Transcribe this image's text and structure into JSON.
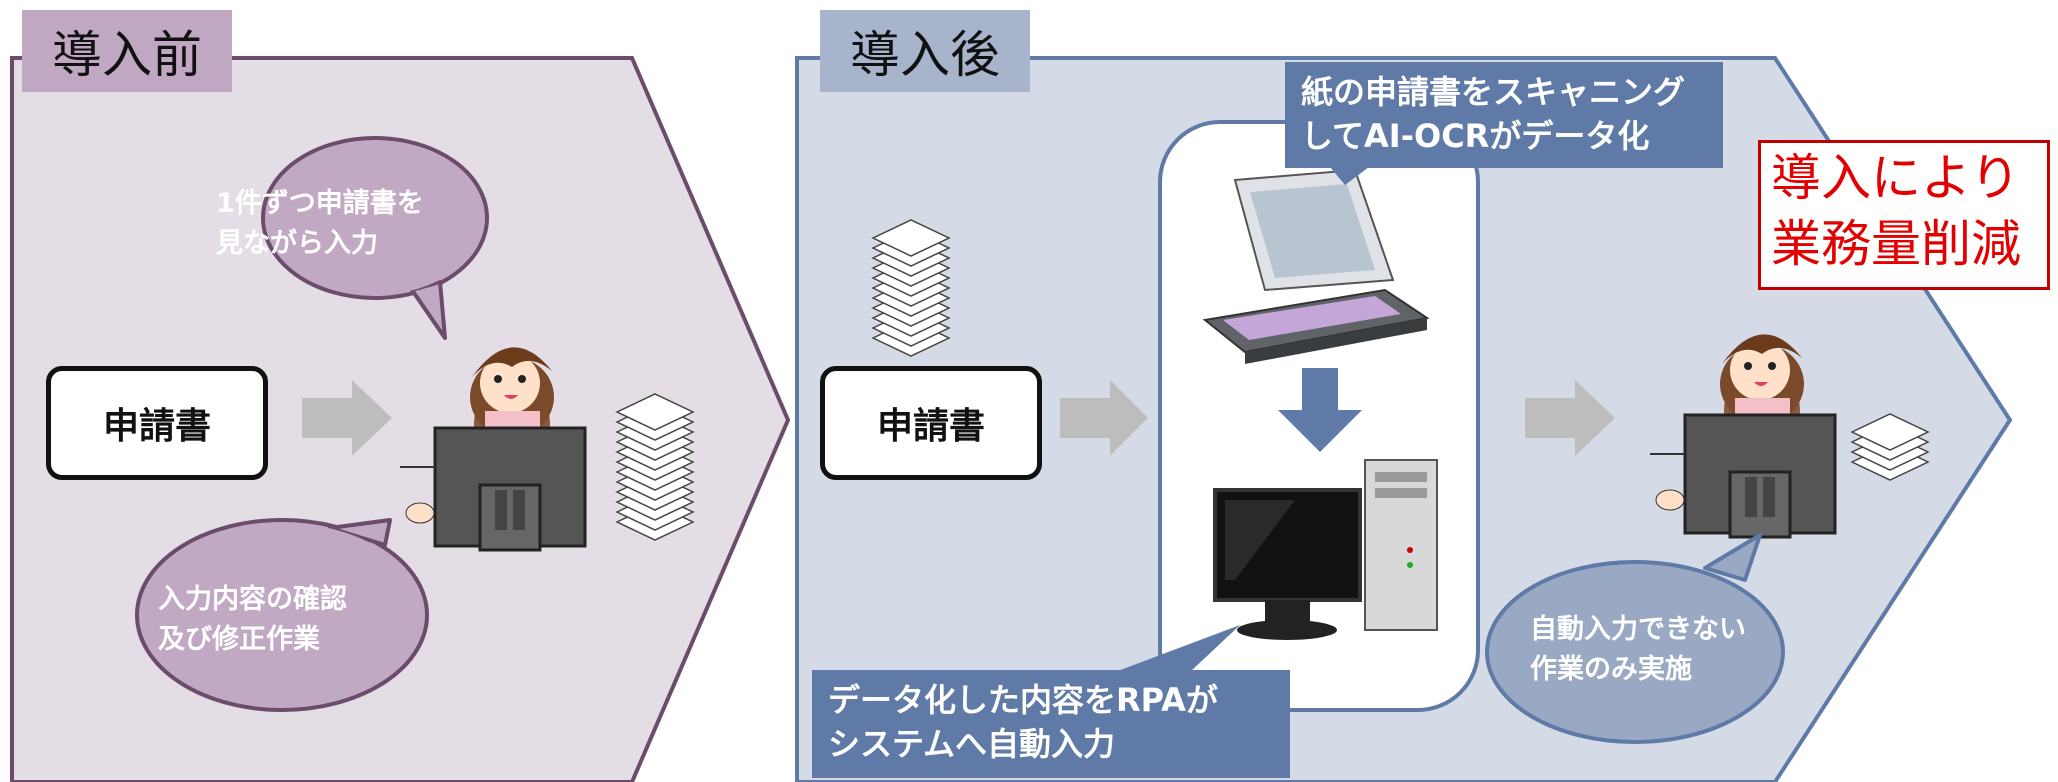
{
  "before": {
    "tab_label": "導入前",
    "form_label": "申請書",
    "bubble_top": [
      "1件ずつ申請書を",
      "見ながら入力"
    ],
    "bubble_bottom": [
      "入力内容の確認",
      "及び修正作業"
    ]
  },
  "after": {
    "tab_label": "導入後",
    "form_label": "申請書",
    "scanner_callout": [
      "紙の申請書をスキャニング",
      "してAI-OCRがデータ化"
    ],
    "rpa_callout": [
      "データ化した内容をRPAが",
      "システムへ自動入力"
    ],
    "bubble_bottom": [
      "自動入力できない",
      "作業のみ実施"
    ],
    "result": [
      "導入により",
      "業務量削減"
    ]
  },
  "colors": {
    "before_panel": "#e5dde6",
    "before_border": "#6b4c6b",
    "before_tab": "#c0a8c2",
    "after_panel": "#d4dbe6",
    "after_border": "#5f7aa6",
    "after_tab": "#a8b4cb",
    "arrow_gray": "#bdbdbd",
    "result_red": "#e30000"
  }
}
